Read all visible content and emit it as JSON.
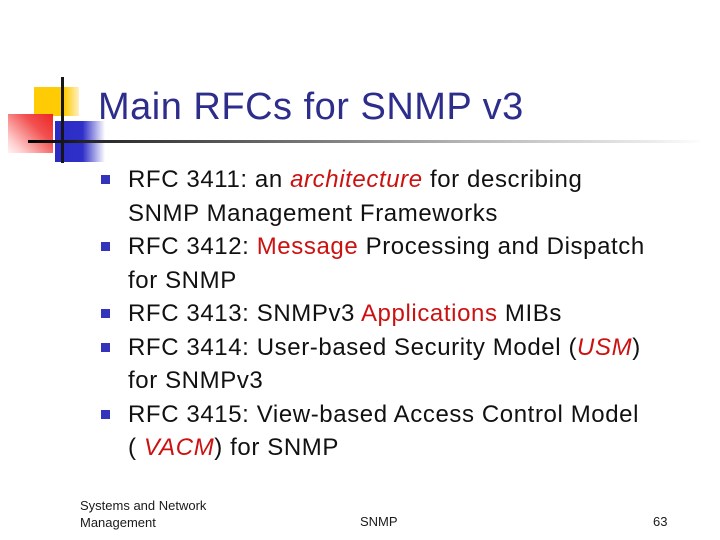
{
  "slide": {
    "title": "Main RFCs for SNMP v3",
    "colors": {
      "title": "#2d2d8c",
      "body_text": "#111111",
      "accent_red": "#cc1111",
      "bullet_marker": "#3333bb",
      "deco_yellow": "#ffcb05",
      "deco_blue": "#2f2fc9",
      "deco_red": "#ee2525",
      "background": "#ffffff"
    },
    "bullets": [
      {
        "lines": [
          {
            "segments": [
              {
                "text": "RFC 3411: an ",
                "style": "normal"
              },
              {
                "text": "architecture",
                "style": "red-italic"
              },
              {
                "text": " for describing",
                "style": "normal"
              }
            ]
          },
          {
            "segments": [
              {
                "text": "SNMP Management Frameworks",
                "style": "normal"
              }
            ]
          }
        ]
      },
      {
        "lines": [
          {
            "segments": [
              {
                "text": "RFC 3412: ",
                "style": "normal"
              },
              {
                "text": "Message",
                "style": "red"
              },
              {
                "text": " Processing and Dispatch",
                "style": "normal"
              }
            ]
          },
          {
            "segments": [
              {
                "text": "for SNMP",
                "style": "normal"
              }
            ]
          }
        ]
      },
      {
        "lines": [
          {
            "segments": [
              {
                "text": "RFC 3413: SNMPv3 ",
                "style": "normal"
              },
              {
                "text": "Applications",
                "style": "red"
              },
              {
                "text": " MIBs",
                "style": "normal"
              }
            ]
          }
        ]
      },
      {
        "lines": [
          {
            "segments": [
              {
                "text": "RFC 3414: User-based Security Model (",
                "style": "normal"
              },
              {
                "text": "USM",
                "style": "red-italic"
              },
              {
                "text": ")",
                "style": "normal"
              }
            ]
          },
          {
            "segments": [
              {
                "text": "for SNMPv3",
                "style": "normal"
              }
            ]
          }
        ]
      },
      {
        "lines": [
          {
            "segments": [
              {
                "text": "RFC 3415: View-based Access Control Model",
                "style": "normal"
              }
            ]
          },
          {
            "segments": [
              {
                "text": "( ",
                "style": "normal"
              },
              {
                "text": "VACM",
                "style": "red-italic"
              },
              {
                "text": ") for SNMP",
                "style": "normal"
              }
            ]
          }
        ]
      }
    ],
    "footer": {
      "left_line1": "Systems and Network",
      "left_line2": "Management",
      "center": "SNMP",
      "page_number": "63"
    }
  }
}
